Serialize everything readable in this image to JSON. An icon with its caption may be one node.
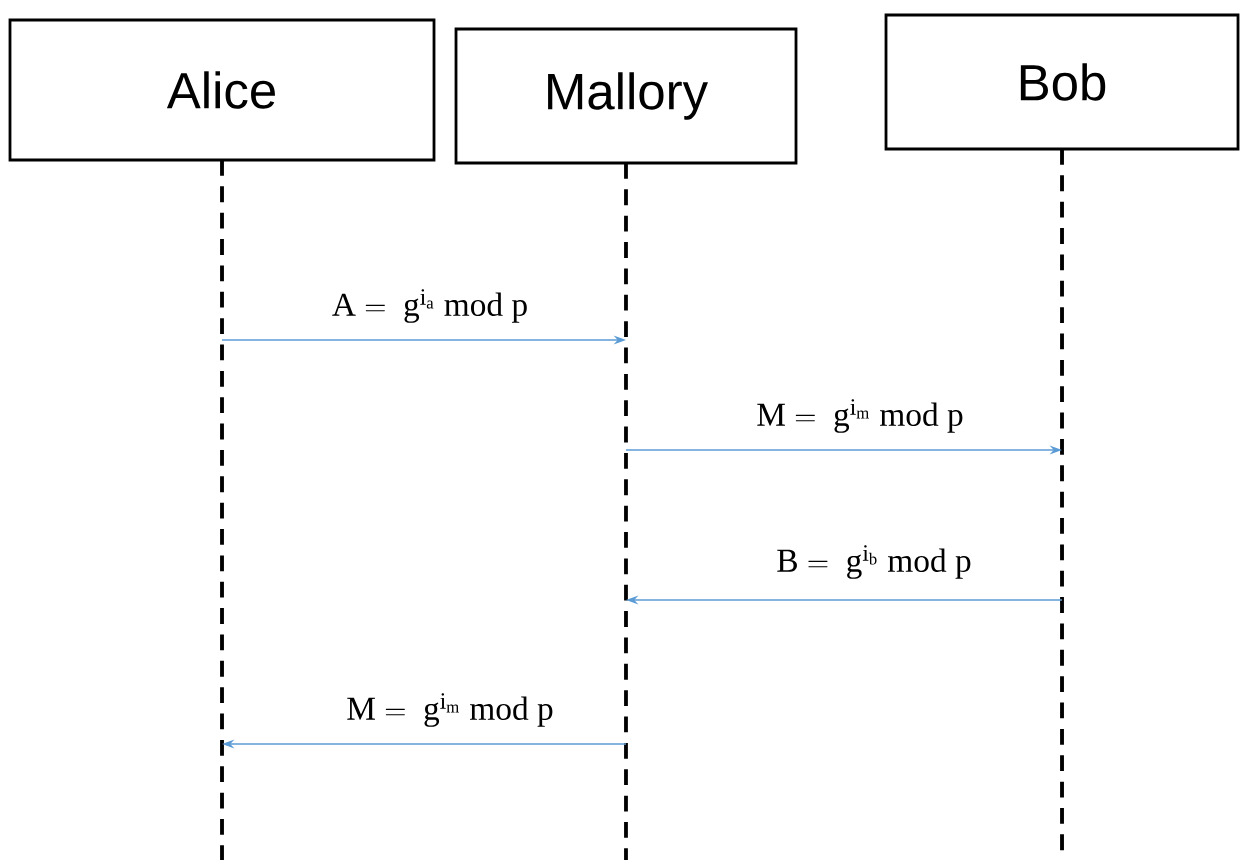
{
  "diagram": {
    "nodes": [
      {
        "text": [
          "Alice"
        ]
      },
      {
        "text": [
          "Mallory"
        ]
      },
      {
        "text": [
          "Bob"
        ]
      }
    ],
    "edges": [
      {
        "from": 0,
        "to": 1,
        "arrow": "to",
        "label": "\\mathrm{A} =\\ \\mathrm{g}^{\\mathrm{i}_\\mathrm{a}}\\ \\mathrm{mod\\ p}"
      },
      {
        "from": 1,
        "to": 2,
        "arrow": "to",
        "label": "\\mathrm{M} =\\ \\mathrm{g}^{\\mathrm{i}_\\mathrm{m}}\\ \\mathrm{mod\\ p}"
      },
      {
        "from": 2,
        "to": 1,
        "arrow": "to",
        "label": "\\mathrm{B} =\\ \\mathrm{g}^{\\mathrm{i}_\\mathrm{b}}\\ \\mathrm{mod\\ p}"
      },
      {
        "from": 1,
        "to": 0,
        "arrow": "to",
        "label": "\\mathrm{M} =\\ \\mathrm{g}^{\\mathrm{i}_\\mathrm{m}}\\ \\mathrm{mod\\ p}"
      }
    ]
  }
}
